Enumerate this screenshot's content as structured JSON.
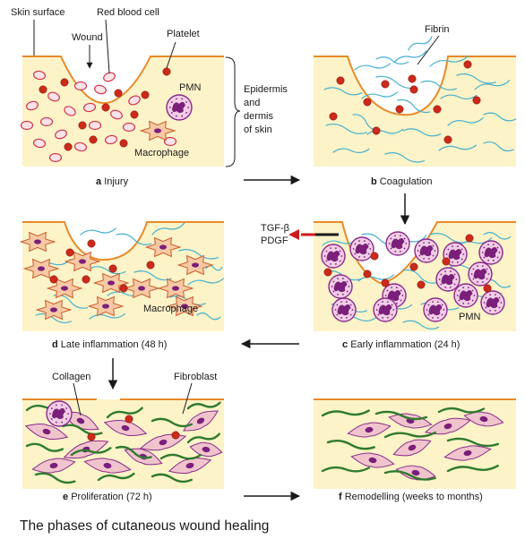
{
  "title": "The phases of cutaneous wound healing",
  "colors": {
    "tissue": "#fdf3c8",
    "surface": "#e88a2a",
    "rbc_fill": "#fbe3e8",
    "rbc_stroke": "#d0334a",
    "platelet": "#cc2a1a",
    "fibrin": "#45b0cf",
    "collagen": "#2f7a2f",
    "cell_stroke": "#8a2a8a",
    "cell_fill": "#f2cde6",
    "nucleus": "#7a1f7a",
    "fibroblast_fill": "#f0c4cc",
    "arrow": "#1a1a1a",
    "signal_arrow": "#cc1a1a"
  },
  "labels": {
    "skin_surface": "Skin surface",
    "red_blood_cell": "Red blood cell",
    "wound": "Wound",
    "platelet": "Platelet",
    "pmn": "PMN",
    "macrophage": "Macrophage",
    "epidermis_dermis": [
      "Epidermis",
      "and",
      "dermis",
      "of skin"
    ],
    "fibrin": "Fibrin",
    "tgf_beta": "TGF-β",
    "pdgf": "PDGF",
    "macrophage_d": "Macrophage",
    "pmn_c": "PMN",
    "collagen": "Collagen",
    "fibroblast": "Fibroblast"
  },
  "panels": [
    {
      "letter": "a",
      "caption": "Injury"
    },
    {
      "letter": "b",
      "caption": "Coagulation"
    },
    {
      "letter": "c",
      "caption": "Early inflammation (24 h)"
    },
    {
      "letter": "d",
      "caption": "Late inflammation (48 h)"
    },
    {
      "letter": "e",
      "caption": "Proliferation (72 h)"
    },
    {
      "letter": "f",
      "caption": "Remodelling (weeks to months)"
    }
  ]
}
